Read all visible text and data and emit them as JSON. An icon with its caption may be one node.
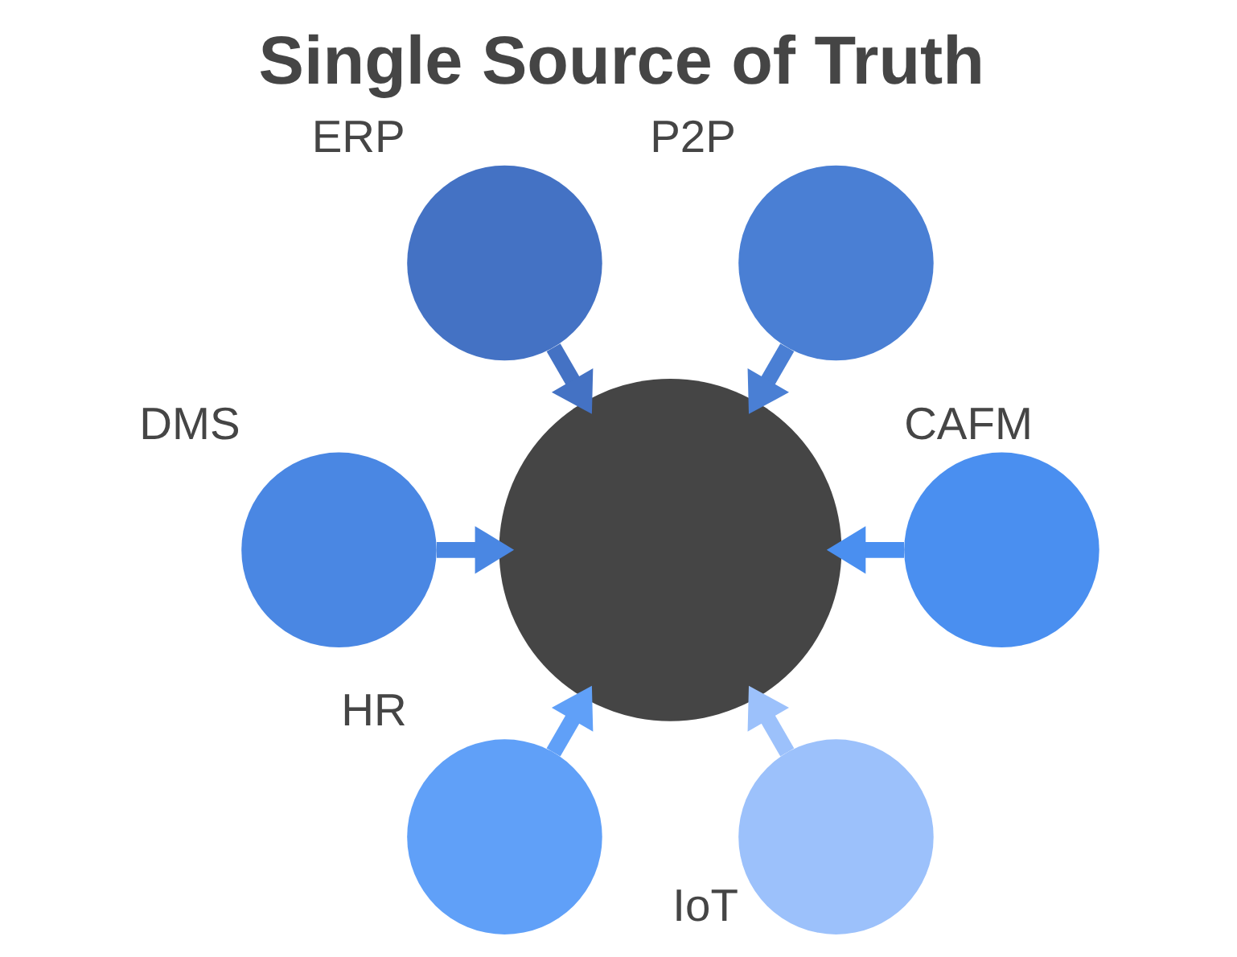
{
  "diagram": {
    "title": "Single Source of Truth",
    "nodes": [
      {
        "text": [],
        "shape": "circle",
        "beside": [
          "ERP"
        ]
      },
      {
        "text": [],
        "shape": "circle",
        "beside": [
          "P2P"
        ]
      },
      {
        "text": [],
        "shape": "circle",
        "beside": [
          "DMS"
        ]
      },
      {
        "text": [],
        "shape": "circle"
      },
      {
        "text": [],
        "shape": "circle",
        "beside": [
          "CAFM"
        ]
      },
      {
        "text": [],
        "shape": "circle",
        "beside": [
          "HR"
        ]
      },
      {
        "text": [],
        "shape": "circle",
        "beside": [
          "IoT"
        ]
      }
    ],
    "edges": [
      {
        "from": 0,
        "to": 3,
        "arrow": "to",
        "color": "#4472c4"
      },
      {
        "from": 1,
        "to": 3,
        "arrow": "to",
        "color": "#4a7fd4"
      },
      {
        "from": 2,
        "to": 3,
        "arrow": "to",
        "color": "#4a87e3"
      },
      {
        "from": 4,
        "to": 3,
        "arrow": "to",
        "color": "#4a8ff0"
      },
      {
        "from": 5,
        "to": 3,
        "arrow": "to",
        "color": "#60a0f8"
      },
      {
        "from": 6,
        "to": 3,
        "arrow": "to",
        "color": "#9cc1fb"
      }
    ]
  }
}
